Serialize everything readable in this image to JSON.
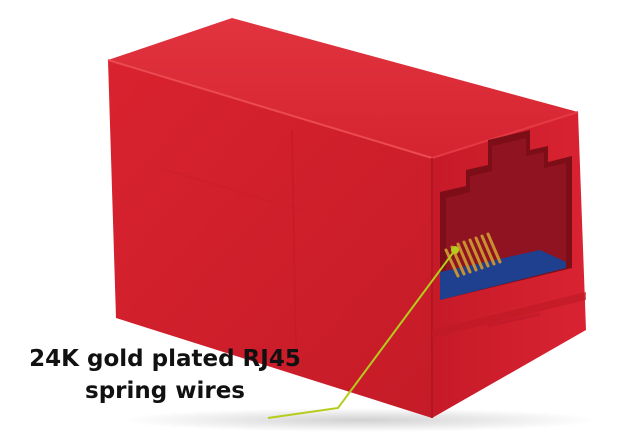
{
  "photo": {
    "subject": "rj45-inline-coupler",
    "body_color": "#d91e2e",
    "shade_color": "#a8121f",
    "contact_color": "#c8902e",
    "pcb_color": "#1f3f8f",
    "callout_line_color": "#b5cc1a"
  },
  "callout": {
    "line1": "24K gold plated RJ45",
    "line2": "spring wires"
  }
}
